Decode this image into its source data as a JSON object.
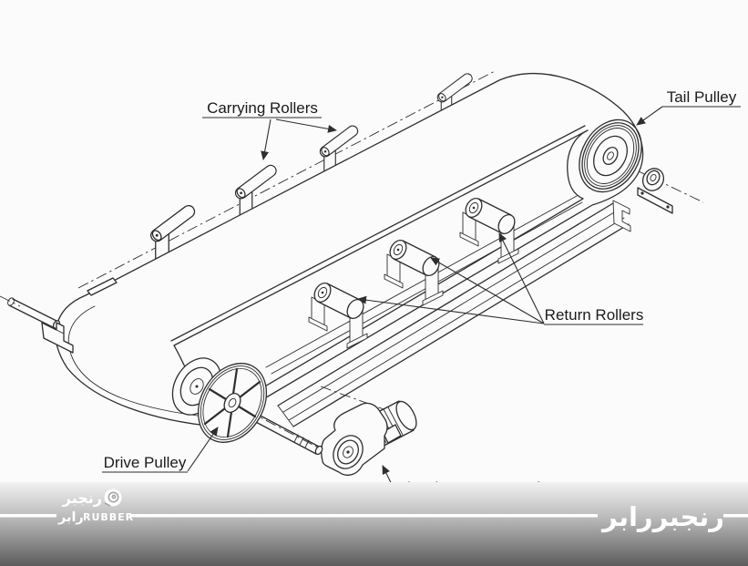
{
  "theme": {
    "line": "#2e2e2e",
    "label": "#1b1b1b",
    "paper": "#fbfbfb",
    "rule": "#ffffff",
    "wm": "#ffffff",
    "icon_detail": "#a5a5a5",
    "band_top": "#f2f2f2",
    "band_mid": "#b6b6b6",
    "band_bottom": "#5c5c5c"
  },
  "diagram": {
    "labels": {
      "carrying_rollers": "Carrying Rollers",
      "tail_pulley": "Tail Pulley",
      "return_rollers": "Return Rollers",
      "drive_pulley": "Drive Pulley",
      "electric_motor_gearbox": "Electric Motor & Gearbox"
    }
  },
  "footer": {
    "brand": {
      "line1": "رنجبر",
      "line2": "رابر",
      "line2_latin": "RUBBER"
    },
    "watermark": "رنجبررابر"
  }
}
